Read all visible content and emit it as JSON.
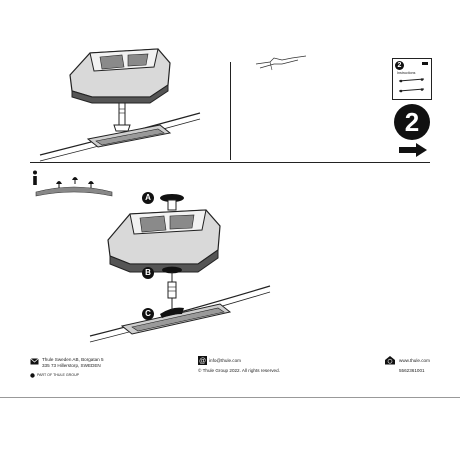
{
  "step_panel": {
    "step_number": "2",
    "thumb_step_number": "2",
    "thumb_caption": "Instructions",
    "next_arrow_icon": "arrow-right-icon"
  },
  "callouts": {
    "a": "A",
    "b": "B",
    "c": "C"
  },
  "info_icon": "info-icon",
  "footer": {
    "company_line1": "Thule Sweden AB, Borgatan 5",
    "company_line2": "335 73 Hillerstorp, SWEDEN",
    "group_label": "PART OF THULE GROUP",
    "email": "info@thule.com",
    "copyright": "© Thule Group 2022. All rights reserved.",
    "website": "www.thule.com",
    "doc_number": "5562361001",
    "icons": [
      "envelope-icon",
      "at-sign-icon",
      "globe-house-icon",
      "thule-group-logo"
    ]
  }
}
